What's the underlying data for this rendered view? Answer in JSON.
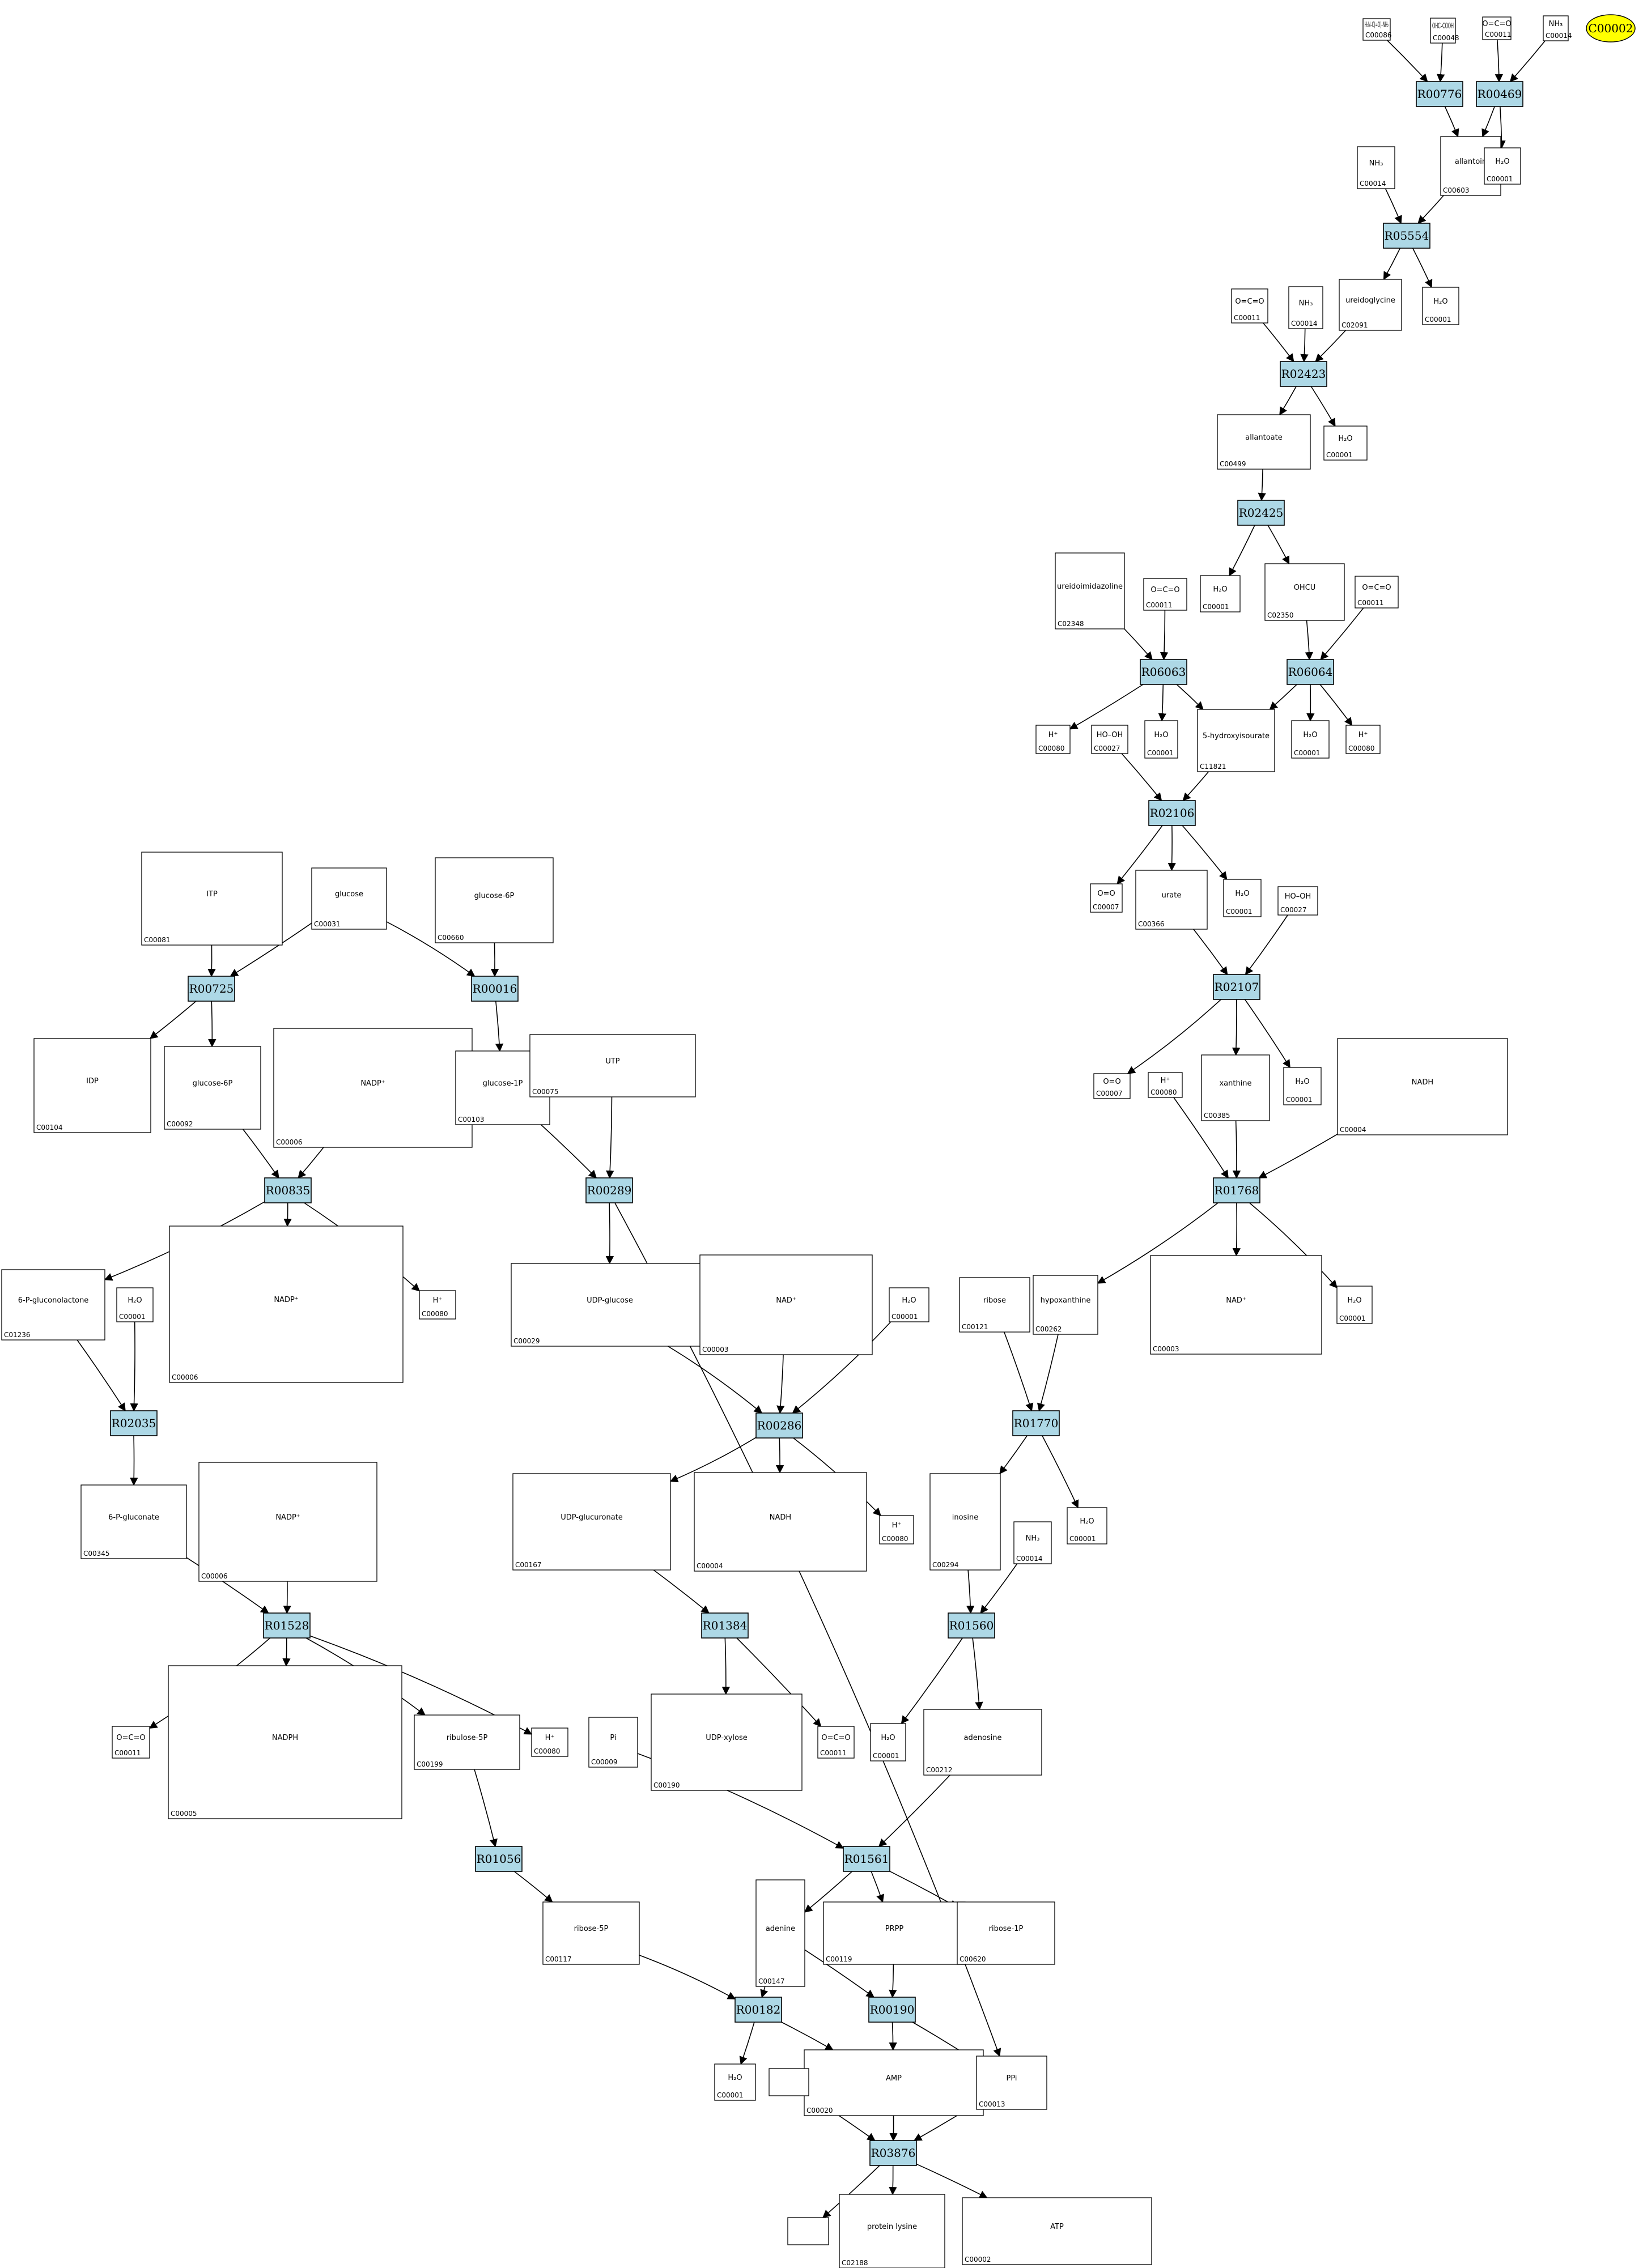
{
  "colors": {
    "reaction_fill": "#add8e6",
    "reaction_stroke": "#000000",
    "node_stroke": "#000000",
    "edge": "#000000",
    "highlight_fill": "#ffff00"
  },
  "highlight": {
    "label": "C00002"
  },
  "reactions": [
    {
      "id": "R00776",
      "label": "R00776"
    },
    {
      "id": "R00469",
      "label": "R00469"
    },
    {
      "id": "R05554",
      "label": "R05554"
    },
    {
      "id": "R02423",
      "label": "R02423"
    },
    {
      "id": "R02425",
      "label": "R02425"
    },
    {
      "id": "R06063",
      "label": "R06063"
    },
    {
      "id": "R06064",
      "label": "R06064"
    },
    {
      "id": "R02106",
      "label": "R02106"
    },
    {
      "id": "R02107",
      "label": "R02107"
    },
    {
      "id": "R00725",
      "label": "R00725"
    },
    {
      "id": "R00016",
      "label": "R00016"
    },
    {
      "id": "R01768",
      "label": "R01768"
    },
    {
      "id": "R00835",
      "label": "R00835"
    },
    {
      "id": "R00289",
      "label": "R00289"
    },
    {
      "id": "R02035",
      "label": "R02035"
    },
    {
      "id": "R00286",
      "label": "R00286"
    },
    {
      "id": "R01770",
      "label": "R01770"
    },
    {
      "id": "R01528",
      "label": "R01528"
    },
    {
      "id": "R01384",
      "label": "R01384"
    },
    {
      "id": "R01560",
      "label": "R01560"
    },
    {
      "id": "R01056",
      "label": "R01056"
    },
    {
      "id": "R01561",
      "label": "R01561"
    },
    {
      "id": "R00182",
      "label": "R00182"
    },
    {
      "id": "R00190",
      "label": "R00190"
    },
    {
      "id": "R03876",
      "label": "R03876"
    }
  ],
  "compounds": [
    {
      "id": "n1",
      "cid": "C00086",
      "glyph": "H₂N–C(=O)–NH₂"
    },
    {
      "id": "n2",
      "cid": "C00048",
      "glyph": "OHC–COOH"
    },
    {
      "id": "n3",
      "cid": "C00011",
      "glyph": "O=C=O"
    },
    {
      "id": "n4",
      "cid": "C00014",
      "glyph": "NH₃"
    },
    {
      "id": "n5",
      "cid": "C00603",
      "glyph": "allantoin"
    },
    {
      "id": "n6",
      "cid": "C00001",
      "glyph": "H₂O"
    },
    {
      "id": "n7",
      "cid": "C00014",
      "glyph": "NH₃"
    },
    {
      "id": "n8",
      "cid": "C00011",
      "glyph": "O=C=O"
    },
    {
      "id": "n9",
      "cid": "C00014",
      "glyph": "NH₃"
    },
    {
      "id": "n10",
      "cid": "C02091",
      "glyph": "ureidoglycine"
    },
    {
      "id": "n11",
      "cid": "C00001",
      "glyph": "H₂O"
    },
    {
      "id": "n12",
      "cid": "C00499",
      "glyph": "allantoate"
    },
    {
      "id": "n13",
      "cid": "C00001",
      "glyph": "H₂O"
    },
    {
      "id": "n14",
      "cid": "C00001",
      "glyph": "H₂O"
    },
    {
      "id": "n15",
      "cid": "C02350",
      "glyph": "OHCU"
    },
    {
      "id": "n16",
      "cid": "C02348",
      "glyph": "ureidoimidazoline"
    },
    {
      "id": "n17",
      "cid": "C00011",
      "glyph": "O=C=O"
    },
    {
      "id": "n18",
      "cid": "C00011",
      "glyph": "O=C=O"
    },
    {
      "id": "n19",
      "cid": "C00080",
      "glyph": "H⁺"
    },
    {
      "id": "n20",
      "cid": "C00027",
      "glyph": "HO–OH"
    },
    {
      "id": "n21",
      "cid": "C00001",
      "glyph": "H₂O"
    },
    {
      "id": "n22",
      "cid": "C11821",
      "glyph": "5-hydroxyisourate"
    },
    {
      "id": "n23",
      "cid": "C00001",
      "glyph": "H₂O"
    },
    {
      "id": "n24",
      "cid": "C00080",
      "glyph": "H⁺"
    },
    {
      "id": "n25",
      "cid": "C00007",
      "glyph": "O=O"
    },
    {
      "id": "n26",
      "cid": "C00366",
      "glyph": "urate"
    },
    {
      "id": "n27",
      "cid": "C00001",
      "glyph": "H₂O"
    },
    {
      "id": "n28",
      "cid": "C00027",
      "glyph": "HO–OH"
    },
    {
      "id": "n29",
      "cid": "C00081",
      "glyph": "ITP"
    },
    {
      "id": "n30",
      "cid": "C00031",
      "glyph": "glucose"
    },
    {
      "id": "n31",
      "cid": "C00660",
      "glyph": "glucose-6P"
    },
    {
      "id": "n32",
      "cid": "C00007",
      "glyph": "O=O"
    },
    {
      "id": "n33",
      "cid": "C00080",
      "glyph": "H⁺"
    },
    {
      "id": "n34",
      "cid": "C00385",
      "glyph": "xanthine"
    },
    {
      "id": "n35",
      "cid": "C00001",
      "glyph": "H₂O"
    },
    {
      "id": "n36",
      "cid": "C00004",
      "glyph": "NADH"
    },
    {
      "id": "n37",
      "cid": "C00104",
      "glyph": "IDP"
    },
    {
      "id": "n38",
      "cid": "C00092",
      "glyph": "glucose-6P"
    },
    {
      "id": "n39",
      "cid": "C00006",
      "glyph": "NADP⁺"
    },
    {
      "id": "n40",
      "cid": "C00103",
      "glyph": "glucose-1P"
    },
    {
      "id": "n41",
      "cid": "C00075",
      "glyph": "UTP"
    },
    {
      "id": "n42",
      "cid": "C01236",
      "glyph": "6-P-gluconolactone"
    },
    {
      "id": "n43",
      "cid": "C00001",
      "glyph": "H₂O"
    },
    {
      "id": "n44",
      "cid": "C00006",
      "glyph": "NADP⁺"
    },
    {
      "id": "n45",
      "cid": "C00080",
      "glyph": "H⁺"
    },
    {
      "id": "n46",
      "cid": "C00029",
      "glyph": "UDP-glucose"
    },
    {
      "id": "n47",
      "cid": "C00003",
      "glyph": "NAD⁺"
    },
    {
      "id": "n48",
      "cid": "C00001",
      "glyph": "H₂O"
    },
    {
      "id": "n49",
      "cid": "C00121",
      "glyph": "ribose"
    },
    {
      "id": "n50",
      "cid": "C00262",
      "glyph": "hypoxanthine"
    },
    {
      "id": "n51",
      "cid": "C00003",
      "glyph": "NAD⁺"
    },
    {
      "id": "n52",
      "cid": "C00001",
      "glyph": "H₂O"
    },
    {
      "id": "n53",
      "cid": "C00345",
      "glyph": "6-P-gluconate"
    },
    {
      "id": "n54",
      "cid": "C00006",
      "glyph": "NADP⁺"
    },
    {
      "id": "n55",
      "cid": "C00167",
      "glyph": "UDP-glucuronate"
    },
    {
      "id": "n56",
      "cid": "C00004",
      "glyph": "NADH"
    },
    {
      "id": "n57",
      "cid": "C00080",
      "glyph": "H⁺"
    },
    {
      "id": "n58",
      "cid": "C00294",
      "glyph": "inosine"
    },
    {
      "id": "n59",
      "cid": "C00014",
      "glyph": "NH₃"
    },
    {
      "id": "n60",
      "cid": "C00001",
      "glyph": "H₂O"
    },
    {
      "id": "n61",
      "cid": "C00011",
      "glyph": "O=C=O"
    },
    {
      "id": "n62",
      "cid": "C00005",
      "glyph": "NADPH"
    },
    {
      "id": "n63",
      "cid": "C00199",
      "glyph": "ribulose-5P"
    },
    {
      "id": "n64",
      "cid": "C00080",
      "glyph": "H⁺"
    },
    {
      "id": "n65",
      "cid": "C00009",
      "glyph": "Pi"
    },
    {
      "id": "n66",
      "cid": "C00190",
      "glyph": "UDP-xylose"
    },
    {
      "id": "n67",
      "cid": "C00011",
      "glyph": "O=C=O"
    },
    {
      "id": "n68",
      "cid": "C00001",
      "glyph": "H₂O"
    },
    {
      "id": "n69",
      "cid": "C00212",
      "glyph": "adenosine"
    },
    {
      "id": "n70",
      "cid": "C00117",
      "glyph": "ribose-5P"
    },
    {
      "id": "n71",
      "cid": "C00147",
      "glyph": "adenine"
    },
    {
      "id": "n72",
      "cid": "C00119",
      "glyph": "PRPP"
    },
    {
      "id": "n73",
      "cid": "C00620",
      "glyph": "ribose-1P"
    },
    {
      "id": "n74",
      "cid": "C00001",
      "glyph": "H₂O"
    },
    {
      "id": "n75",
      "cid": "C00020",
      "glyph": "AMP"
    },
    {
      "id": "n76",
      "cid": "C00013",
      "glyph": "PPi"
    },
    {
      "id": "n77",
      "cid": "",
      "glyph": ""
    },
    {
      "id": "n78",
      "cid": "",
      "glyph": ""
    },
    {
      "id": "n79",
      "cid": "C02188",
      "glyph": "protein lysine"
    },
    {
      "id": "n80",
      "cid": "C00002",
      "glyph": "ATP"
    }
  ],
  "edges": [
    [
      "n1",
      "R00776"
    ],
    [
      "n2",
      "R00776"
    ],
    [
      "n3",
      "R00469"
    ],
    [
      "n4",
      "R00469"
    ],
    [
      "R00776",
      "n5"
    ],
    [
      "R00469",
      "n5"
    ],
    [
      "R00469",
      "n6"
    ],
    [
      "n5",
      "R05554"
    ],
    [
      "n7",
      "R05554"
    ],
    [
      "R05554",
      "n10"
    ],
    [
      "R05554",
      "n11"
    ],
    [
      "n8",
      "R02423"
    ],
    [
      "n9",
      "R02423"
    ],
    [
      "n10",
      "R02423"
    ],
    [
      "R02423",
      "n12"
    ],
    [
      "R02423",
      "n13"
    ],
    [
      "n12",
      "R02425"
    ],
    [
      "R02425",
      "n14"
    ],
    [
      "R02425",
      "n15"
    ],
    [
      "n16",
      "R06063"
    ],
    [
      "n17",
      "R06063"
    ],
    [
      "n15",
      "R06064"
    ],
    [
      "n18",
      "R06064"
    ],
    [
      "R06063",
      "n19"
    ],
    [
      "R06063",
      "n21"
    ],
    [
      "R06063",
      "n22"
    ],
    [
      "R06064",
      "n22"
    ],
    [
      "R06064",
      "n23"
    ],
    [
      "R06064",
      "n24"
    ],
    [
      "n20",
      "R02106"
    ],
    [
      "n22",
      "R02106"
    ],
    [
      "R02106",
      "n25"
    ],
    [
      "R02106",
      "n26"
    ],
    [
      "R02106",
      "n27"
    ],
    [
      "n26",
      "R02107"
    ],
    [
      "n28",
      "R02107"
    ],
    [
      "R02107",
      "n32"
    ],
    [
      "R02107",
      "n34"
    ],
    [
      "R02107",
      "n35"
    ],
    [
      "n29",
      "R00725"
    ],
    [
      "n30",
      "R00725"
    ],
    [
      "n30",
      "R00016"
    ],
    [
      "n31",
      "R00016"
    ],
    [
      "R00725",
      "n37"
    ],
    [
      "R00725",
      "n38"
    ],
    [
      "R00016",
      "n40"
    ],
    [
      "n33",
      "R01768"
    ],
    [
      "n34",
      "R01768"
    ],
    [
      "n36",
      "R01768"
    ],
    [
      "R01768",
      "n50"
    ],
    [
      "R01768",
      "n51"
    ],
    [
      "R01768",
      "n52"
    ],
    [
      "n38",
      "R00835"
    ],
    [
      "n39",
      "R00835"
    ],
    [
      "R00835",
      "n42"
    ],
    [
      "R00835",
      "n44"
    ],
    [
      "R00835",
      "n45"
    ],
    [
      "n40",
      "R00289"
    ],
    [
      "n41",
      "R00289"
    ],
    [
      "R00289",
      "n46"
    ],
    [
      "R00289",
      "n76"
    ],
    [
      "n42",
      "R02035"
    ],
    [
      "n43",
      "R02035"
    ],
    [
      "R02035",
      "n53"
    ],
    [
      "n46",
      "R00286"
    ],
    [
      "n47",
      "R00286"
    ],
    [
      "n48",
      "R00286"
    ],
    [
      "R00286",
      "n55"
    ],
    [
      "R00286",
      "n56"
    ],
    [
      "R00286",
      "n57"
    ],
    [
      "n49",
      "R01770"
    ],
    [
      "n50",
      "R01770"
    ],
    [
      "R01770",
      "n58"
    ],
    [
      "R01770",
      "n60"
    ],
    [
      "n53",
      "R01528"
    ],
    [
      "n54",
      "R01528"
    ],
    [
      "R01528",
      "n61"
    ],
    [
      "R01528",
      "n62"
    ],
    [
      "R01528",
      "n63"
    ],
    [
      "R01528",
      "n64"
    ],
    [
      "n55",
      "R01384"
    ],
    [
      "R01384",
      "n66"
    ],
    [
      "R01384",
      "n67"
    ],
    [
      "n58",
      "R01560"
    ],
    [
      "n59",
      "R01560"
    ],
    [
      "R01560",
      "n68"
    ],
    [
      "R01560",
      "n69"
    ],
    [
      "n63",
      "R01056"
    ],
    [
      "R01056",
      "n70"
    ],
    [
      "n65",
      "R01561"
    ],
    [
      "n69",
      "R01561"
    ],
    [
      "R01561",
      "n71"
    ],
    [
      "R01561",
      "n72"
    ],
    [
      "R01561",
      "n73"
    ],
    [
      "n70",
      "R00182"
    ],
    [
      "n71",
      "R00182"
    ],
    [
      "R00182",
      "n74"
    ],
    [
      "R00182",
      "n75"
    ],
    [
      "n72",
      "R00190"
    ],
    [
      "n71",
      "R00190"
    ],
    [
      "R00190",
      "n75"
    ],
    [
      "R00190",
      "n76"
    ],
    [
      "n75",
      "R03876"
    ],
    [
      "n76",
      "R03876"
    ],
    [
      "n77",
      "R03876"
    ],
    [
      "R03876",
      "n78"
    ],
    [
      "R03876",
      "n79"
    ],
    [
      "R03876",
      "n80"
    ]
  ]
}
